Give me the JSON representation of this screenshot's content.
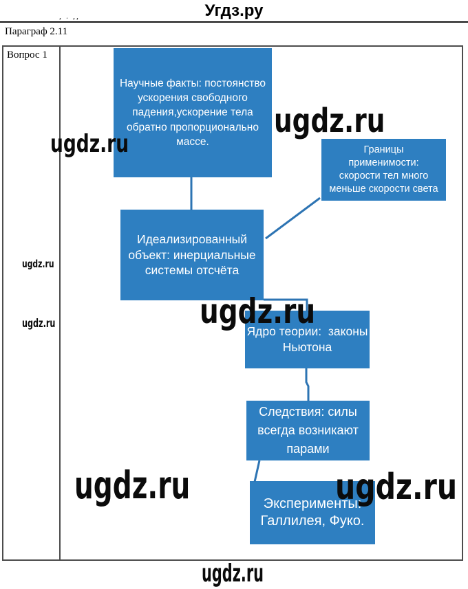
{
  "header": {
    "site_title": "Угдз.ру",
    "stray_marks": ", . ,,",
    "paragraph_label": "Параграф 2.11"
  },
  "table": {
    "question_label": "Вопрос 1"
  },
  "watermark_text": "ugdz.ru",
  "colors": {
    "box_fill": "#2e7fc1",
    "connector": "#2d74b3",
    "table_border": "#4c4c4c",
    "box_text": "#ffffff",
    "watermark": "#0b0b0b"
  },
  "diagram": {
    "boxes": [
      {
        "id": "scientific-facts",
        "text": "Научные факты: постоянство\nускорения свободного\nпадения,ускорение тела\nобратно пропорционально\nмассе."
      },
      {
        "id": "limits",
        "text": "Границы\nприменимости:\nскорости тел много\nменьше скорости света"
      },
      {
        "id": "idealized-object",
        "text": "Идеализированный\nобъект: инерциальные\nсистемы отсчёта"
      },
      {
        "id": "theory-core",
        "text": "Ядро теории:  законы\nНьютона"
      },
      {
        "id": "consequences",
        "text": "Следствия: силы\nвсегда возникают\nпарами"
      },
      {
        "id": "experiments",
        "text": "Эксперименты:\nГаллилея, Фуко."
      }
    ]
  },
  "footer": {
    "watermark": "ugdz.ru"
  }
}
